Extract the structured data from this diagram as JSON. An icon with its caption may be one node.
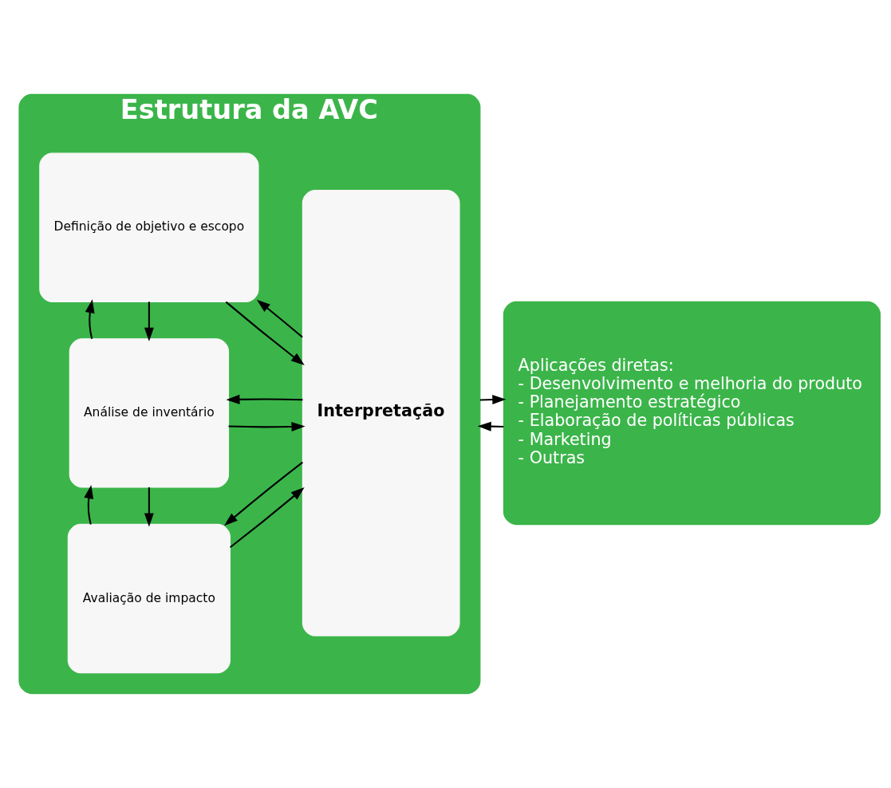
{
  "diagram": {
    "nodes": [
      {
        "text": [
          "Estrutura da AVC"
        ]
      },
      {
        "text": [
          "Definição de objetivo e escopo"
        ],
        "in": 0
      },
      {
        "text": [
          "Análise de inventário"
        ],
        "in": 0
      },
      {
        "text": [
          "Avaliação de impacto"
        ],
        "in": 0
      },
      {
        "text": [
          "Interpretação"
        ],
        "in": 0
      },
      {
        "text": [
          "Aplicações diretas:",
          "- Desenvolvimento e melhoria do produto",
          "- Planejamento estratégico",
          "- Elaboração de políticas públicas",
          "- Marketing",
          "- Outras"
        ]
      }
    ],
    "edges": [
      {
        "from": 4,
        "to": 1,
        "arrow": "to"
      },
      {
        "from": 1,
        "to": 4,
        "arrow": "to"
      },
      {
        "from": 1,
        "to": 2,
        "arrow": "to"
      },
      {
        "from": 2,
        "to": 1,
        "arrow": "to"
      },
      {
        "from": 4,
        "to": 2,
        "arrow": "to"
      },
      {
        "from": 2,
        "to": 4,
        "arrow": "to"
      },
      {
        "from": 2,
        "to": 3,
        "arrow": "to"
      },
      {
        "from": 3,
        "to": 2,
        "arrow": "to"
      },
      {
        "from": 4,
        "to": 3,
        "arrow": "to"
      },
      {
        "from": 3,
        "to": 4,
        "arrow": "to"
      },
      {
        "from": 5,
        "to": 0,
        "arrow": "to"
      },
      {
        "from": 0,
        "to": 5,
        "arrow": "to"
      }
    ]
  }
}
